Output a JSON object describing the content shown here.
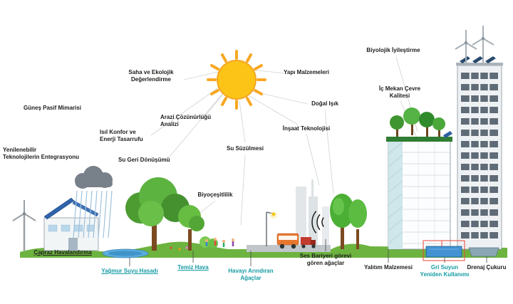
{
  "colors": {
    "label_text": "#1d1d1b",
    "label_teal": "#149ba3",
    "sun_yellow": "#fcc417",
    "ground_green": "#6db33f",
    "solar_panel_blue": "#2f64ab",
    "water_blue": "#4292d4"
  },
  "labels": {
    "solar_passive": "Güneş Pasif Mimarisi",
    "site_eval": "Saha ve Ekolojik\nDeğerlendirme",
    "building_materials": "Yapı Malzemeleri",
    "bio_improvement": "Biyolojik İyileştirme",
    "indoor_quality": "İç Mekan Çevre\nKalitesi",
    "natural_light": "Doğal Işık",
    "land_analysis": "Arazi Çözünürlüğü\nAnalizi",
    "construction_tech": "İnşaat Teknolojisi",
    "thermal_comfort": "Isıl Konfor ve\nEnerji Tasarrufu",
    "water_filtration": "Su Süzülmesi",
    "water_recycling": "Su Geri Dönüşümü",
    "renewable_integration": "Yenilenebilir\nTeknolojilerin Entegrasyonu",
    "biodiversity": "Biyoçeşitlilik",
    "cross_ventilation": "Çapraz Havalandırma",
    "rainwater_harvest": "Yağmur Suyu Hasadı",
    "clean_air": "Temiz Hava",
    "air_purifying_trees": "Havayı Arındıran\nAğaçlar",
    "sound_barrier_trees": "Ses Bariyeri görevi\ngören ağaçlar",
    "insulation_material": "Yalıtım Malzemesi",
    "greywater_reuse": "Gri Suyun\nYeniden Kullanımı",
    "drainage_pit": "Drenaj Çukuru"
  }
}
